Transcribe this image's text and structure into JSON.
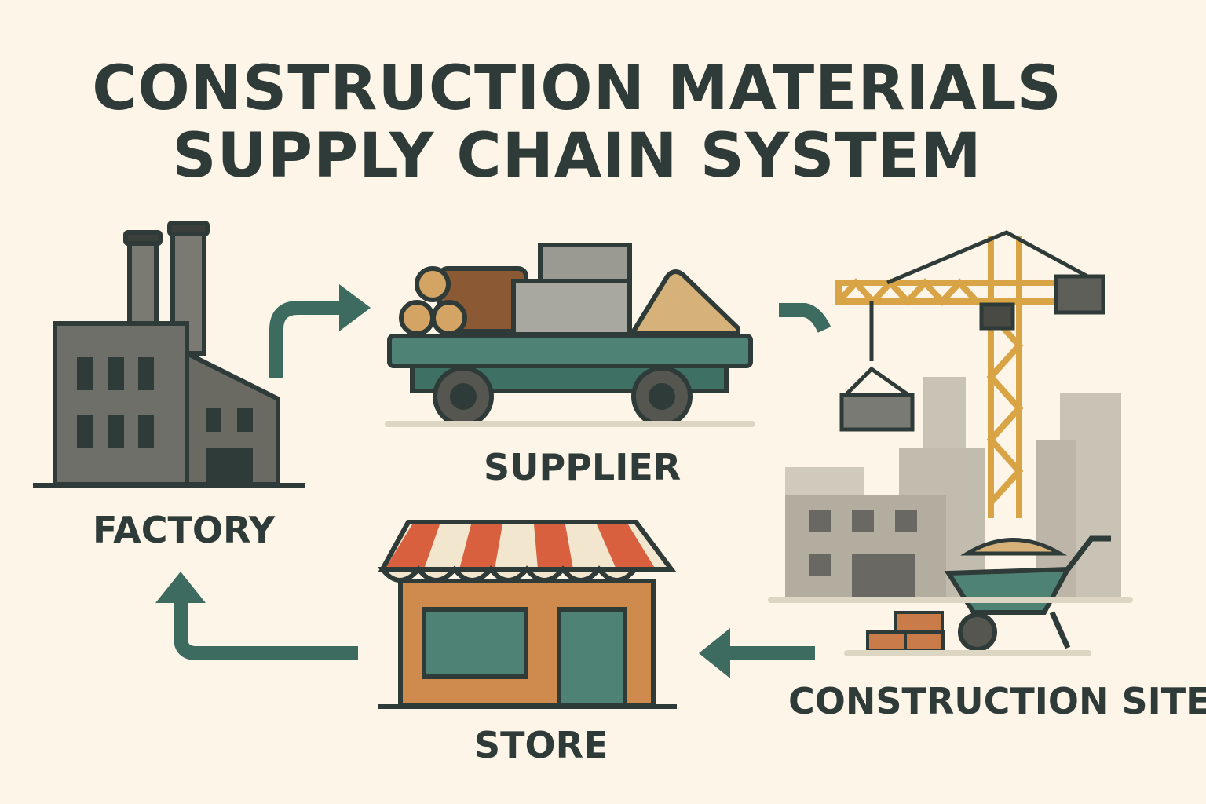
{
  "title": {
    "line1": "CONSTRUCTION MATERIALS",
    "line2": "SUPPLY CHAIN SYSTEM"
  },
  "nodes": {
    "factory": "FACTORY",
    "supplier": "SUPPLIER",
    "construction_site": "CONSTRUCTION SITE",
    "store": "STORE"
  },
  "colors": {
    "background": "#fdf5e7",
    "text": "#2f3b38",
    "arrow": "#3e6b60",
    "outline": "#2f3b38"
  }
}
